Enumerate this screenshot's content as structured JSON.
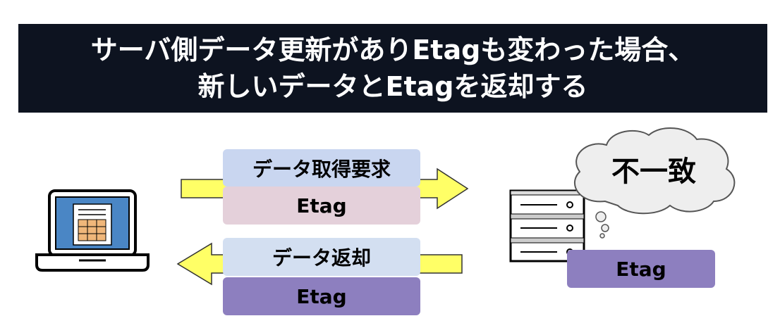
{
  "banner": {
    "line1": "サーバ側データ更新がありEtagも変わった場合、",
    "line2": "新しいデータとEtagを返却する"
  },
  "request": {
    "label": "データ取得要求",
    "etag": "Etag"
  },
  "response": {
    "label": "データ返却",
    "etag": "Etag"
  },
  "server": {
    "etag": "Etag",
    "thought": "不一致"
  },
  "colors": {
    "banner_bg": "#0d1320",
    "arrow_fill": "#ffff66",
    "request_label_bg": "#c9d6f0",
    "request_etag_bg": "#e4d0da",
    "response_label_bg": "#d3dff1",
    "etag_purple": "#8d7fbf",
    "screen_blue": "#4a86c5",
    "sheet_orange": "#f0b77a"
  }
}
